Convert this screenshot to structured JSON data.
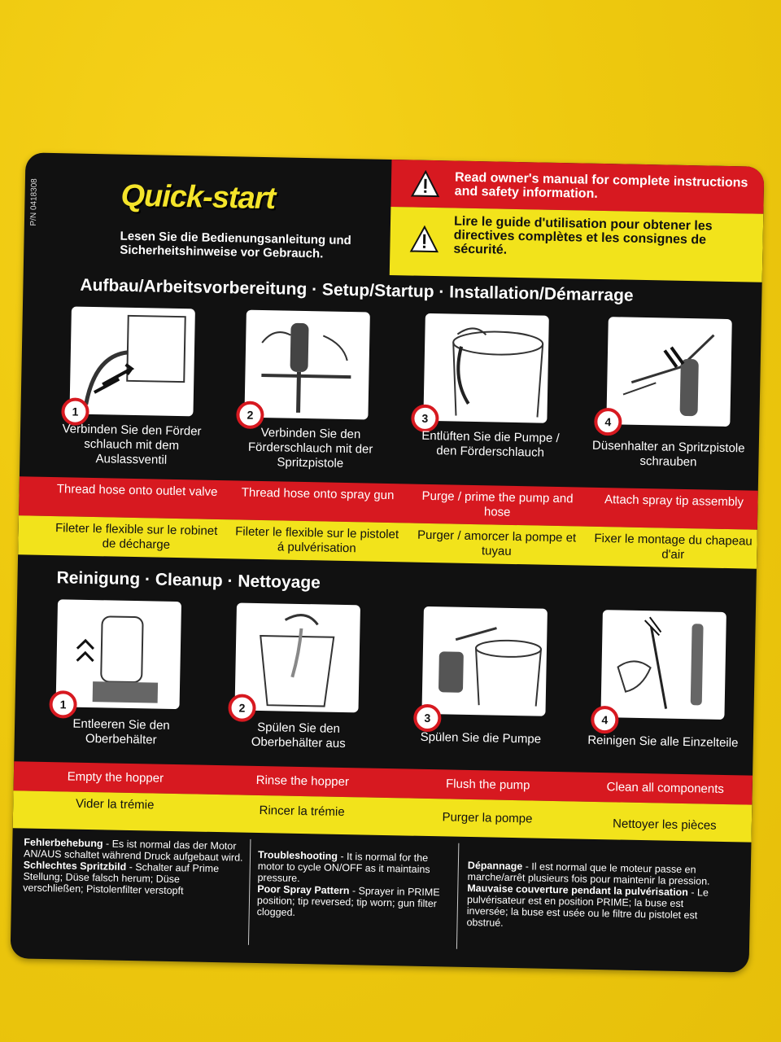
{
  "label": {
    "part_number": "P/N 0418308",
    "title": "Quick-start",
    "read_first_de": "Lesen Sie die Bedienungsanleitung und Sicherheitshinweise vor Gebrauch.",
    "warning_en": "Read owner's manual for complete instructions and safety information.",
    "warning_fr": "Lire le guide d'utilisation pour obtener les directives complètes et les consignes de sécurité."
  },
  "setup": {
    "heading": "Aufbau/Arbeitsvorbereitung · Setup/Startup · Installation/Démarrage",
    "steps": [
      {
        "num": "1",
        "de": "Verbinden Sie den Förder schlauch mit dem Auslassventil",
        "en": "Thread hose onto outlet valve",
        "fr": "Fileter le flexible sur le robinet de décharge"
      },
      {
        "num": "2",
        "de": "Verbinden Sie den Förderschlauch mit der Spritzpistole",
        "en": "Thread hose onto spray gun",
        "fr": "Fileter le flexible sur le pistolet á pulvérisation"
      },
      {
        "num": "3",
        "de": "Entlüften Sie die Pumpe / den Förderschlauch",
        "en": "Purge / prime the pump and hose",
        "fr": "Purger / amorcer la pompe et tuyau"
      },
      {
        "num": "4",
        "de": "Düsenhalter an Spritzpistole schrauben",
        "en": "Attach spray tip assembly",
        "fr": "Fixer le montage du chapeau d'air"
      }
    ]
  },
  "cleanup": {
    "heading": "Reinigung · Cleanup · Nettoyage",
    "steps": [
      {
        "num": "1",
        "de": "Entleeren Sie den Oberbehälter",
        "en": "Empty the hopper",
        "fr": "Vider la trémie"
      },
      {
        "num": "2",
        "de": "Spülen Sie den Oberbehälter aus",
        "en": "Rinse the hopper",
        "fr": "Rincer la trémie"
      },
      {
        "num": "3",
        "de": "Spülen Sie die Pumpe",
        "en": "Flush the pump",
        "fr": "Purger la pompe"
      },
      {
        "num": "4",
        "de": "Reinigen Sie alle Einzelteile",
        "en": "Clean all components",
        "fr": "Nettoyer les pièces"
      }
    ]
  },
  "troubleshooting": {
    "de": {
      "h1": "Fehlerbehebung",
      "t1": " - Es ist normal das der Motor AN/AUS schaltet während Druck aufgebaut wird.",
      "h2": "Schlechtes Spritzbild",
      "t2": " - Schalter auf Prime Stellung; Düse falsch herum; Düse verschließen; Pistolenfilter verstopft"
    },
    "en": {
      "h1": "Troubleshooting",
      "t1": " - It is normal for the motor to cycle ON/OFF as it maintains pressure.",
      "h2": "Poor Spray Pattern",
      "t2": " - Sprayer in PRIME position; tip reversed; tip worn; gun filter clogged."
    },
    "fr": {
      "h1": "Dépannage",
      "t1": " - Il est normal que le moteur passe en marche/arrêt plusieurs fois pour maintenir la pression.",
      "h2": "Mauvaise couverture pendant la pulvérisation",
      "t2": " - Le pulvérisateur est en position PRIME; la buse est inversée; la buse est usée ou le filtre du pistolet est obstrué."
    }
  },
  "colors": {
    "background_yellow": "#eec90f",
    "label_black": "#111111",
    "band_red": "#d71920",
    "band_yellow": "#f2e31b",
    "title_yellow": "#f4e42a"
  },
  "icons": [
    "warning-triangle-icon",
    "hose-outlet-illustration",
    "spray-gun-illustration",
    "bucket-prime-illustration",
    "spray-tip-illustration",
    "hopper-empty-illustration",
    "hopper-rinse-illustration",
    "pump-flush-illustration",
    "brush-clean-illustration"
  ]
}
